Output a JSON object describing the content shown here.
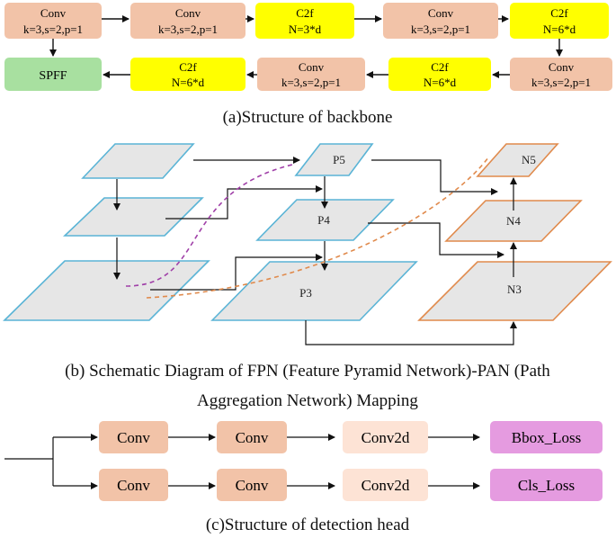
{
  "colors": {
    "conv": "#f2c3a8",
    "c2f": "#ffff00",
    "sppf": "#a8e0a0",
    "conv2d": "#fde3d5",
    "loss": "#e59be0",
    "fpn_edge": "#5ab4d6",
    "pan_edge": "#e08a4c",
    "plane_fill": "#e6e6e6",
    "fpn_curve": "#a040a8",
    "pan_curve": "#e08a4c",
    "arrow": "#111111"
  },
  "backbone": {
    "row1": [
      {
        "title": "Conv",
        "sub": "k=3,s=2,p=1",
        "kind": "conv"
      },
      {
        "title": "Conv",
        "sub": "k=3,s=2,p=1",
        "kind": "conv"
      },
      {
        "title": "C2f",
        "sub": "N=3*d",
        "kind": "c2f"
      },
      {
        "title": "Conv",
        "sub": "k=3,s=2,p=1",
        "kind": "conv"
      },
      {
        "title": "C2f",
        "sub": "N=6*d",
        "kind": "c2f"
      }
    ],
    "row2": [
      {
        "title": "SPFF",
        "sub": "",
        "kind": "sppf"
      },
      {
        "title": "C2f",
        "sub": "N=6*d",
        "kind": "c2f"
      },
      {
        "title": "Conv",
        "sub": "k=3,s=2,p=1",
        "kind": "conv"
      },
      {
        "title": "C2f",
        "sub": "N=6*d",
        "kind": "c2f"
      },
      {
        "title": "Conv",
        "sub": "k=3,s=2,p=1",
        "kind": "conv"
      }
    ],
    "caption": "(a)Structure of backbone"
  },
  "fpn": {
    "labels": {
      "p5": "P5",
      "p4": "P4",
      "p3": "P3",
      "n5": "N5",
      "n4": "N4",
      "n3": "N3"
    },
    "caption_line1": "(b) Schematic Diagram of FPN (Feature Pyramid Network)-PAN (Path",
    "caption_line2": "Aggregation Network) Mapping"
  },
  "head": {
    "row1": [
      "Conv",
      "Conv",
      "Conv2d",
      "Bbox_Loss"
    ],
    "row2": [
      "Conv",
      "Conv",
      "Conv2d",
      "Cls_Loss"
    ],
    "caption": "(c)Structure of detection head"
  }
}
